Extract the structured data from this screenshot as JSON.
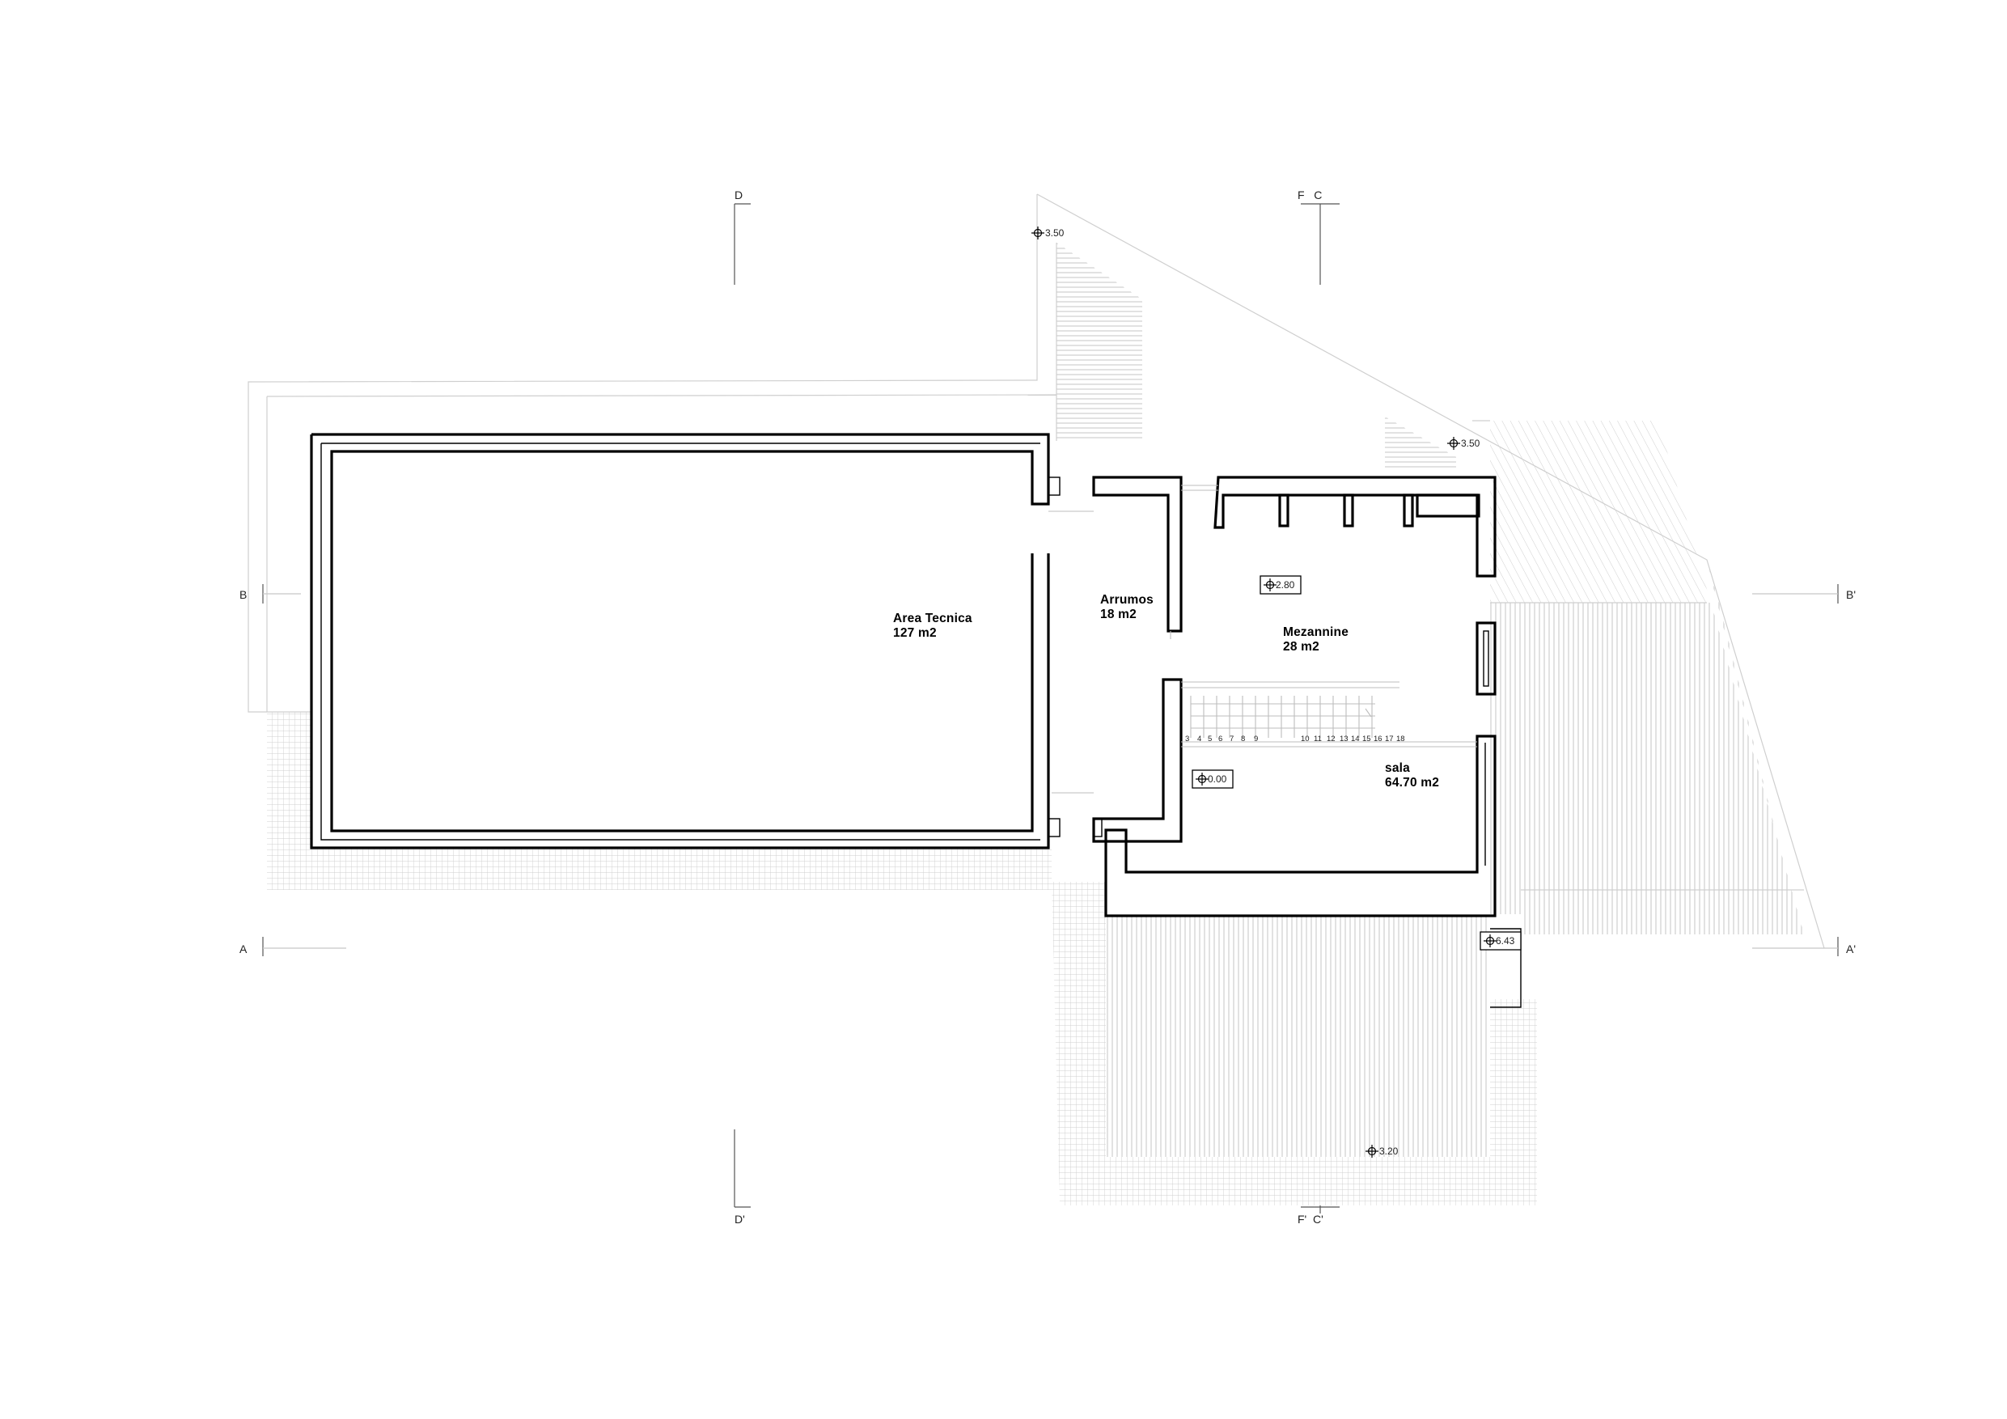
{
  "rooms": {
    "area_tecnica": {
      "name": "Area Tecnica",
      "area": "127 m2"
    },
    "arrumos": {
      "name": "Arrumos",
      "area": "18 m2"
    },
    "mezannine": {
      "name": "Mezannine",
      "area": "28 m2"
    },
    "sala": {
      "name": "sala",
      "area": "64.70 m2"
    }
  },
  "levels": {
    "top_left": "3.50",
    "top_right": "3.50",
    "mezannine": "2.80",
    "sala": "0.00",
    "terrace": "6.43",
    "deck": "3.20"
  },
  "sections": {
    "d_top": "D",
    "d_bottom": "D'",
    "fc_top": "F   C",
    "fc_bottom": "F'  C'",
    "b_left": "B",
    "b_right": "B'",
    "a_left": "A",
    "a_right": "A'"
  },
  "stair_steps": {
    "lower": [
      "3",
      "4",
      "5",
      "6",
      "7",
      "8",
      "9"
    ],
    "upper": [
      "10",
      "11",
      "12",
      "13",
      "14",
      "15",
      "16",
      "17",
      "18"
    ]
  }
}
